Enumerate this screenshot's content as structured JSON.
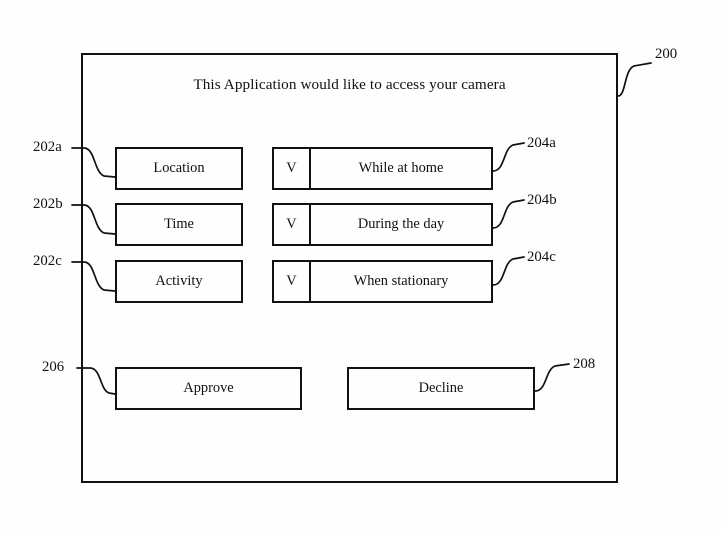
{
  "figure": {
    "title_text": "This Application would like to access your camera",
    "frame_ref": "200"
  },
  "attributes": [
    {
      "label": "Location",
      "ref": "202a"
    },
    {
      "label": "Time",
      "ref": "202b"
    },
    {
      "label": "Activity",
      "ref": "202c"
    }
  ],
  "dropdowns": [
    {
      "chevron": "V",
      "value": "While at home",
      "ref": "204a"
    },
    {
      "chevron": "V",
      "value": "During the day",
      "ref": "204b"
    },
    {
      "chevron": "V",
      "value": "When stationary",
      "ref": "204c"
    }
  ],
  "actions": [
    {
      "label": "Approve",
      "ref": "206"
    },
    {
      "label": "Decline",
      "ref": "208"
    }
  ],
  "colors": {
    "ink": "#111111",
    "paper": "#fefefe"
  }
}
